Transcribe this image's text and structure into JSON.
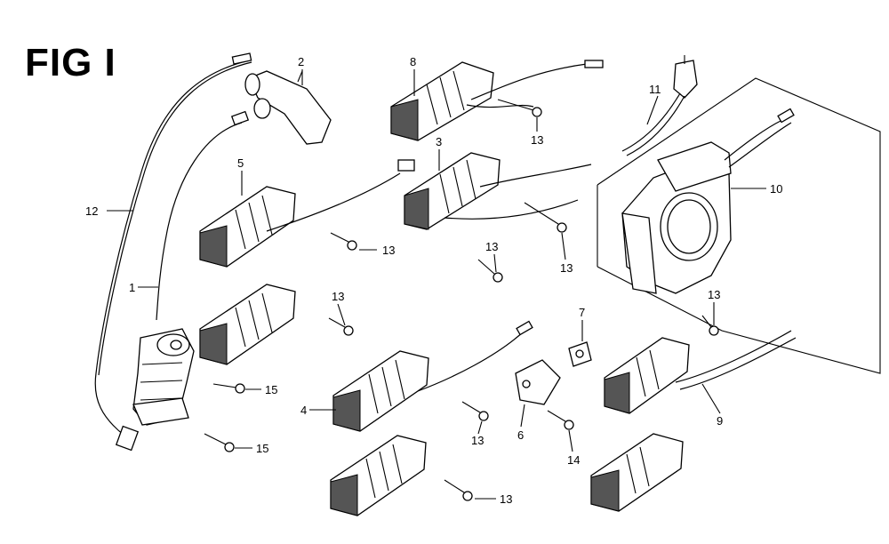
{
  "figure": {
    "title": "FIG I"
  },
  "callouts": [
    {
      "id": "c2",
      "label": "2"
    },
    {
      "id": "c8",
      "label": "8"
    },
    {
      "id": "c11",
      "label": "11"
    },
    {
      "id": "c3",
      "label": "3"
    },
    {
      "id": "c5",
      "label": "5"
    },
    {
      "id": "c10",
      "label": "10"
    },
    {
      "id": "c12",
      "label": "12"
    },
    {
      "id": "c1",
      "label": "1"
    },
    {
      "id": "c7",
      "label": "7"
    },
    {
      "id": "c4",
      "label": "4"
    },
    {
      "id": "c6",
      "label": "6"
    },
    {
      "id": "c9",
      "label": "9"
    },
    {
      "id": "c13a",
      "label": "13"
    },
    {
      "id": "c13b",
      "label": "13"
    },
    {
      "id": "c13c",
      "label": "13"
    },
    {
      "id": "c13d",
      "label": "13"
    },
    {
      "id": "c13e",
      "label": "13"
    },
    {
      "id": "c13f",
      "label": "13"
    },
    {
      "id": "c13g",
      "label": "13"
    },
    {
      "id": "c13h",
      "label": "13"
    },
    {
      "id": "c14",
      "label": "14"
    },
    {
      "id": "c15a",
      "label": "15"
    },
    {
      "id": "c15b",
      "label": "15"
    }
  ]
}
